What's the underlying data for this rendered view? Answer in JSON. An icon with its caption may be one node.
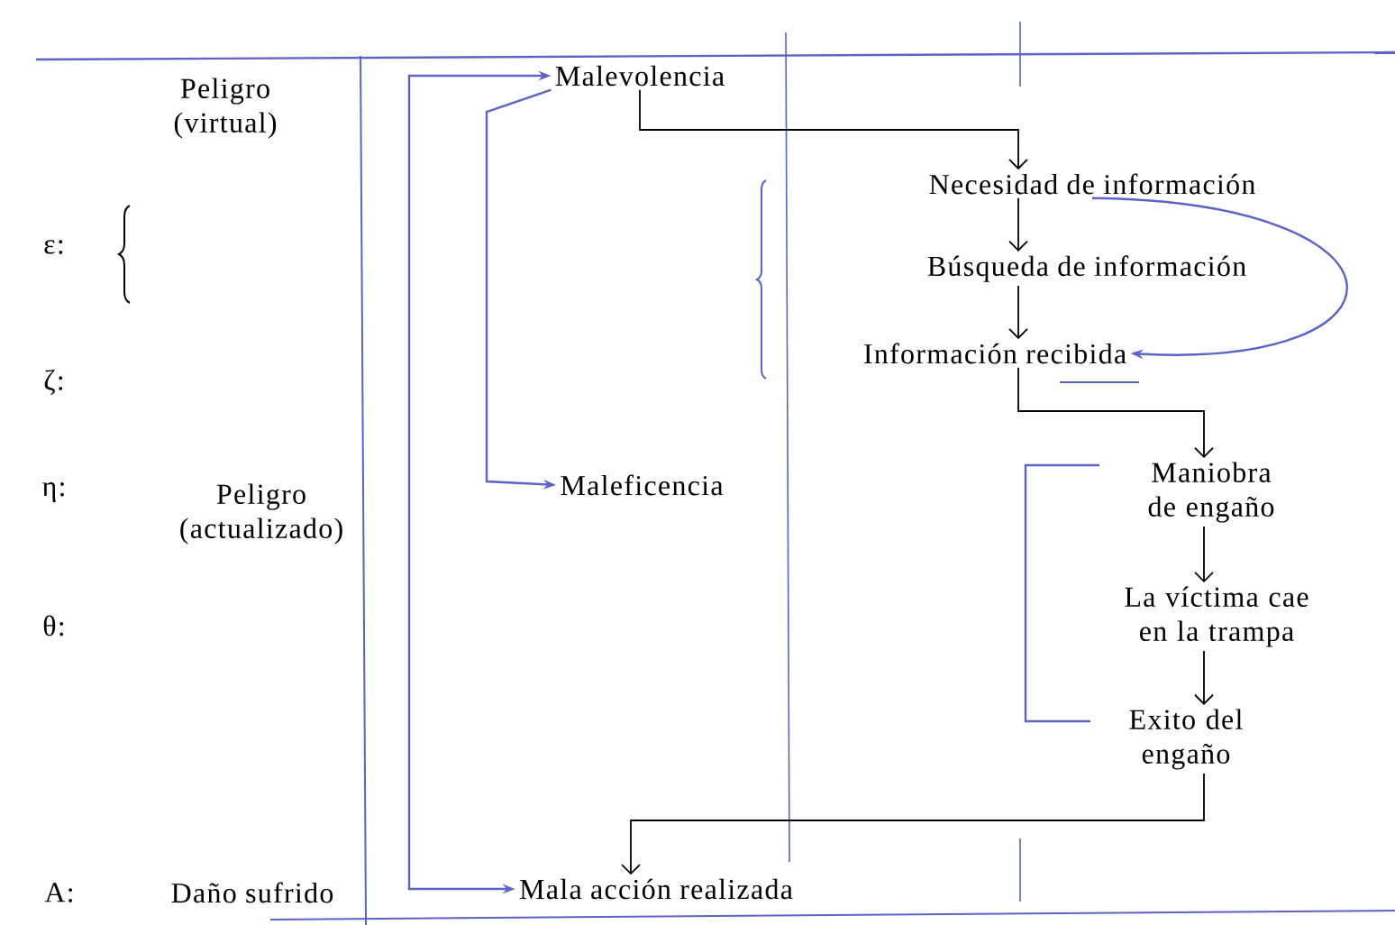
{
  "diagram": {
    "nodes": [
      {
        "text": [
          "Malevolencia"
        ]
      },
      {
        "text": [
          "Necesidad de información"
        ]
      },
      {
        "text": [
          "Búsqueda de información"
        ]
      },
      {
        "text": [
          "Información recibida"
        ]
      },
      {
        "text": [
          "Maniobra de engaño"
        ]
      },
      {
        "text": [
          "La víctima cae en la trampa"
        ]
      },
      {
        "text": [
          "Exito del engaño"
        ]
      },
      {
        "text": [
          "Maleficencia"
        ]
      },
      {
        "text": [
          "Mala acción realizada"
        ]
      }
    ],
    "edges": [
      {
        "from": 0,
        "to": 1,
        "arrow": "to"
      },
      {
        "from": 1,
        "to": 2,
        "arrow": "to"
      },
      {
        "from": 2,
        "to": 3,
        "arrow": "to"
      },
      {
        "from": 3,
        "to": 4,
        "arrow": "to"
      },
      {
        "from": 4,
        "to": 5,
        "arrow": "to"
      },
      {
        "from": 5,
        "to": 6,
        "arrow": "to"
      },
      {
        "from": 6,
        "to": 8,
        "arrow": "to"
      },
      {
        "from": 0,
        "to": 8,
        "arrow": "both",
        "color": "#5b63c6"
      },
      {
        "from": 0,
        "to": 7,
        "arrow": "to",
        "color": "#5b63c6"
      },
      {
        "from": 1,
        "to": 3,
        "arrow": "to",
        "color": "#5b63c6"
      }
    ],
    "labels": [
      "Peligro (virtual)",
      "ε:",
      "ζ:",
      "η:",
      "Peligro (actualizado)",
      "θ:",
      "A:",
      "Daño sufrido"
    ]
  }
}
